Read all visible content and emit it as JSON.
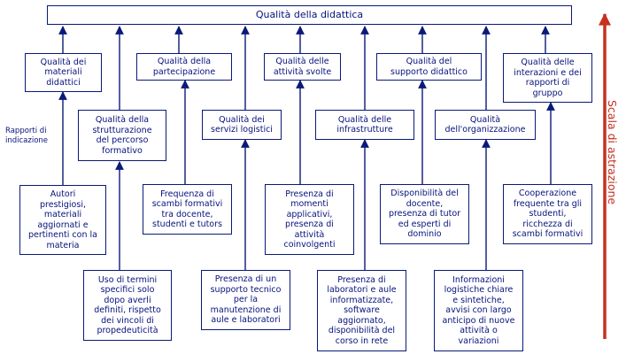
{
  "title": "Qualità della didattica",
  "side_label": "Rapporti di\nindicazione",
  "scale_label": "Scala di astrazione",
  "colors": {
    "ink": "#06127a",
    "border": "#0a1a78",
    "scale_arrow": "#c8301e"
  },
  "qualities": [
    "Qualità dei\nmateriali\ndidattici",
    "Qualità della\nstrutturazione\ndel percorso\nformativo",
    "Qualità della\npartecipazione",
    "Qualità dei\nservizi logistici",
    "Qualità delle\nattività svolte",
    "Qualità delle\ninfrastrutture",
    "Qualità del\nsupporto didattico",
    "Qualità\ndell'organizzazione",
    "Qualità delle\ninterazioni e dei\nrapporti di\ngruppo"
  ],
  "indicators": [
    "Autori\nprestigiosi,\nmateriali\naggiornati e\npertinenti con la\nmateria",
    "Uso di termini\nspecifici solo\ndopo averli\ndefiniti, rispetto\ndei vincoli di\npropedeuticità",
    "Frequenza di\nscambi formativi\ntra docente,\nstudenti e tutors",
    "Presenza di un\nsupporto tecnico\nper la\nmanutenzione di\naule e laboratori",
    "Presenza di\nmomenti\napplicativi,\npresenza di\nattività\ncoinvolgenti",
    "Presenza di\nlaboratori e aule\ninformatizzate,\nsoftware\naggiornato,\ndisponibilità del\ncorso in rete",
    "Disponibilità del\ndocente,\npresenza di tutor\ned esperti di\ndominio",
    "Informazioni\nlogistiche chiare\ne sintetiche,\navvisi con largo\nanticipo di nuove\nattività o\nvariazioni",
    "Cooperazione\nfrequente tra gli\nstudenti,\nricchezza di\nscambi formativi"
  ]
}
